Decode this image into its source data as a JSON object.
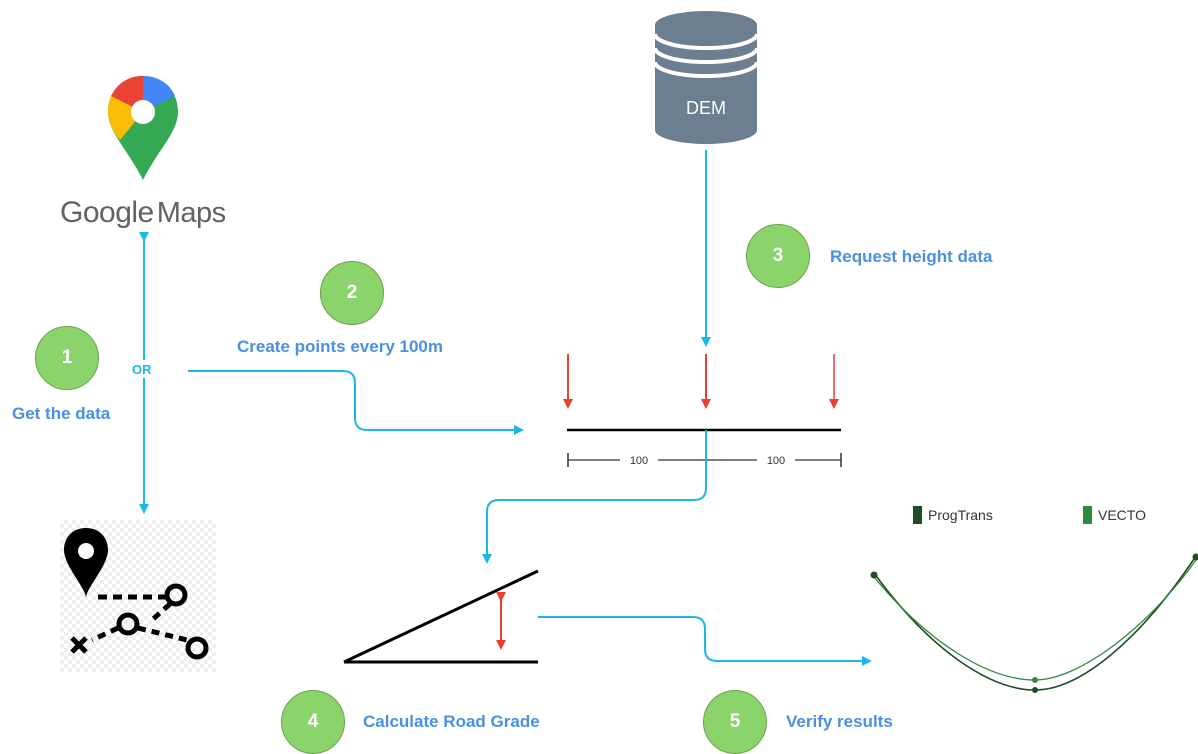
{
  "logo": {
    "google": "Google",
    "maps": "Maps"
  },
  "or_label": "OR",
  "dem_label": "DEM",
  "steps": [
    {
      "number": "1",
      "label": "Get the data"
    },
    {
      "number": "2",
      "label": "Create points every 100m"
    },
    {
      "number": "3",
      "label": "Request height data"
    },
    {
      "number": "4",
      "label": "Calculate Road Grade"
    },
    {
      "number": "5",
      "label": "Verify results"
    }
  ],
  "distance_labels": [
    "100",
    "100"
  ],
  "legend": [
    {
      "name": "ProgTrans",
      "color": "#1f4d26"
    },
    {
      "name": "VECTO",
      "color": "#2e8b3e"
    }
  ],
  "colors": {
    "connector": "#1ab8e8",
    "marker_arrow": "#e8412f",
    "badge": "#8bd46b",
    "label": "#4a90e2",
    "dem": "#6b7f91"
  },
  "icons": [
    "google-maps-pin-icon",
    "database-icon",
    "route-map-icon"
  ]
}
